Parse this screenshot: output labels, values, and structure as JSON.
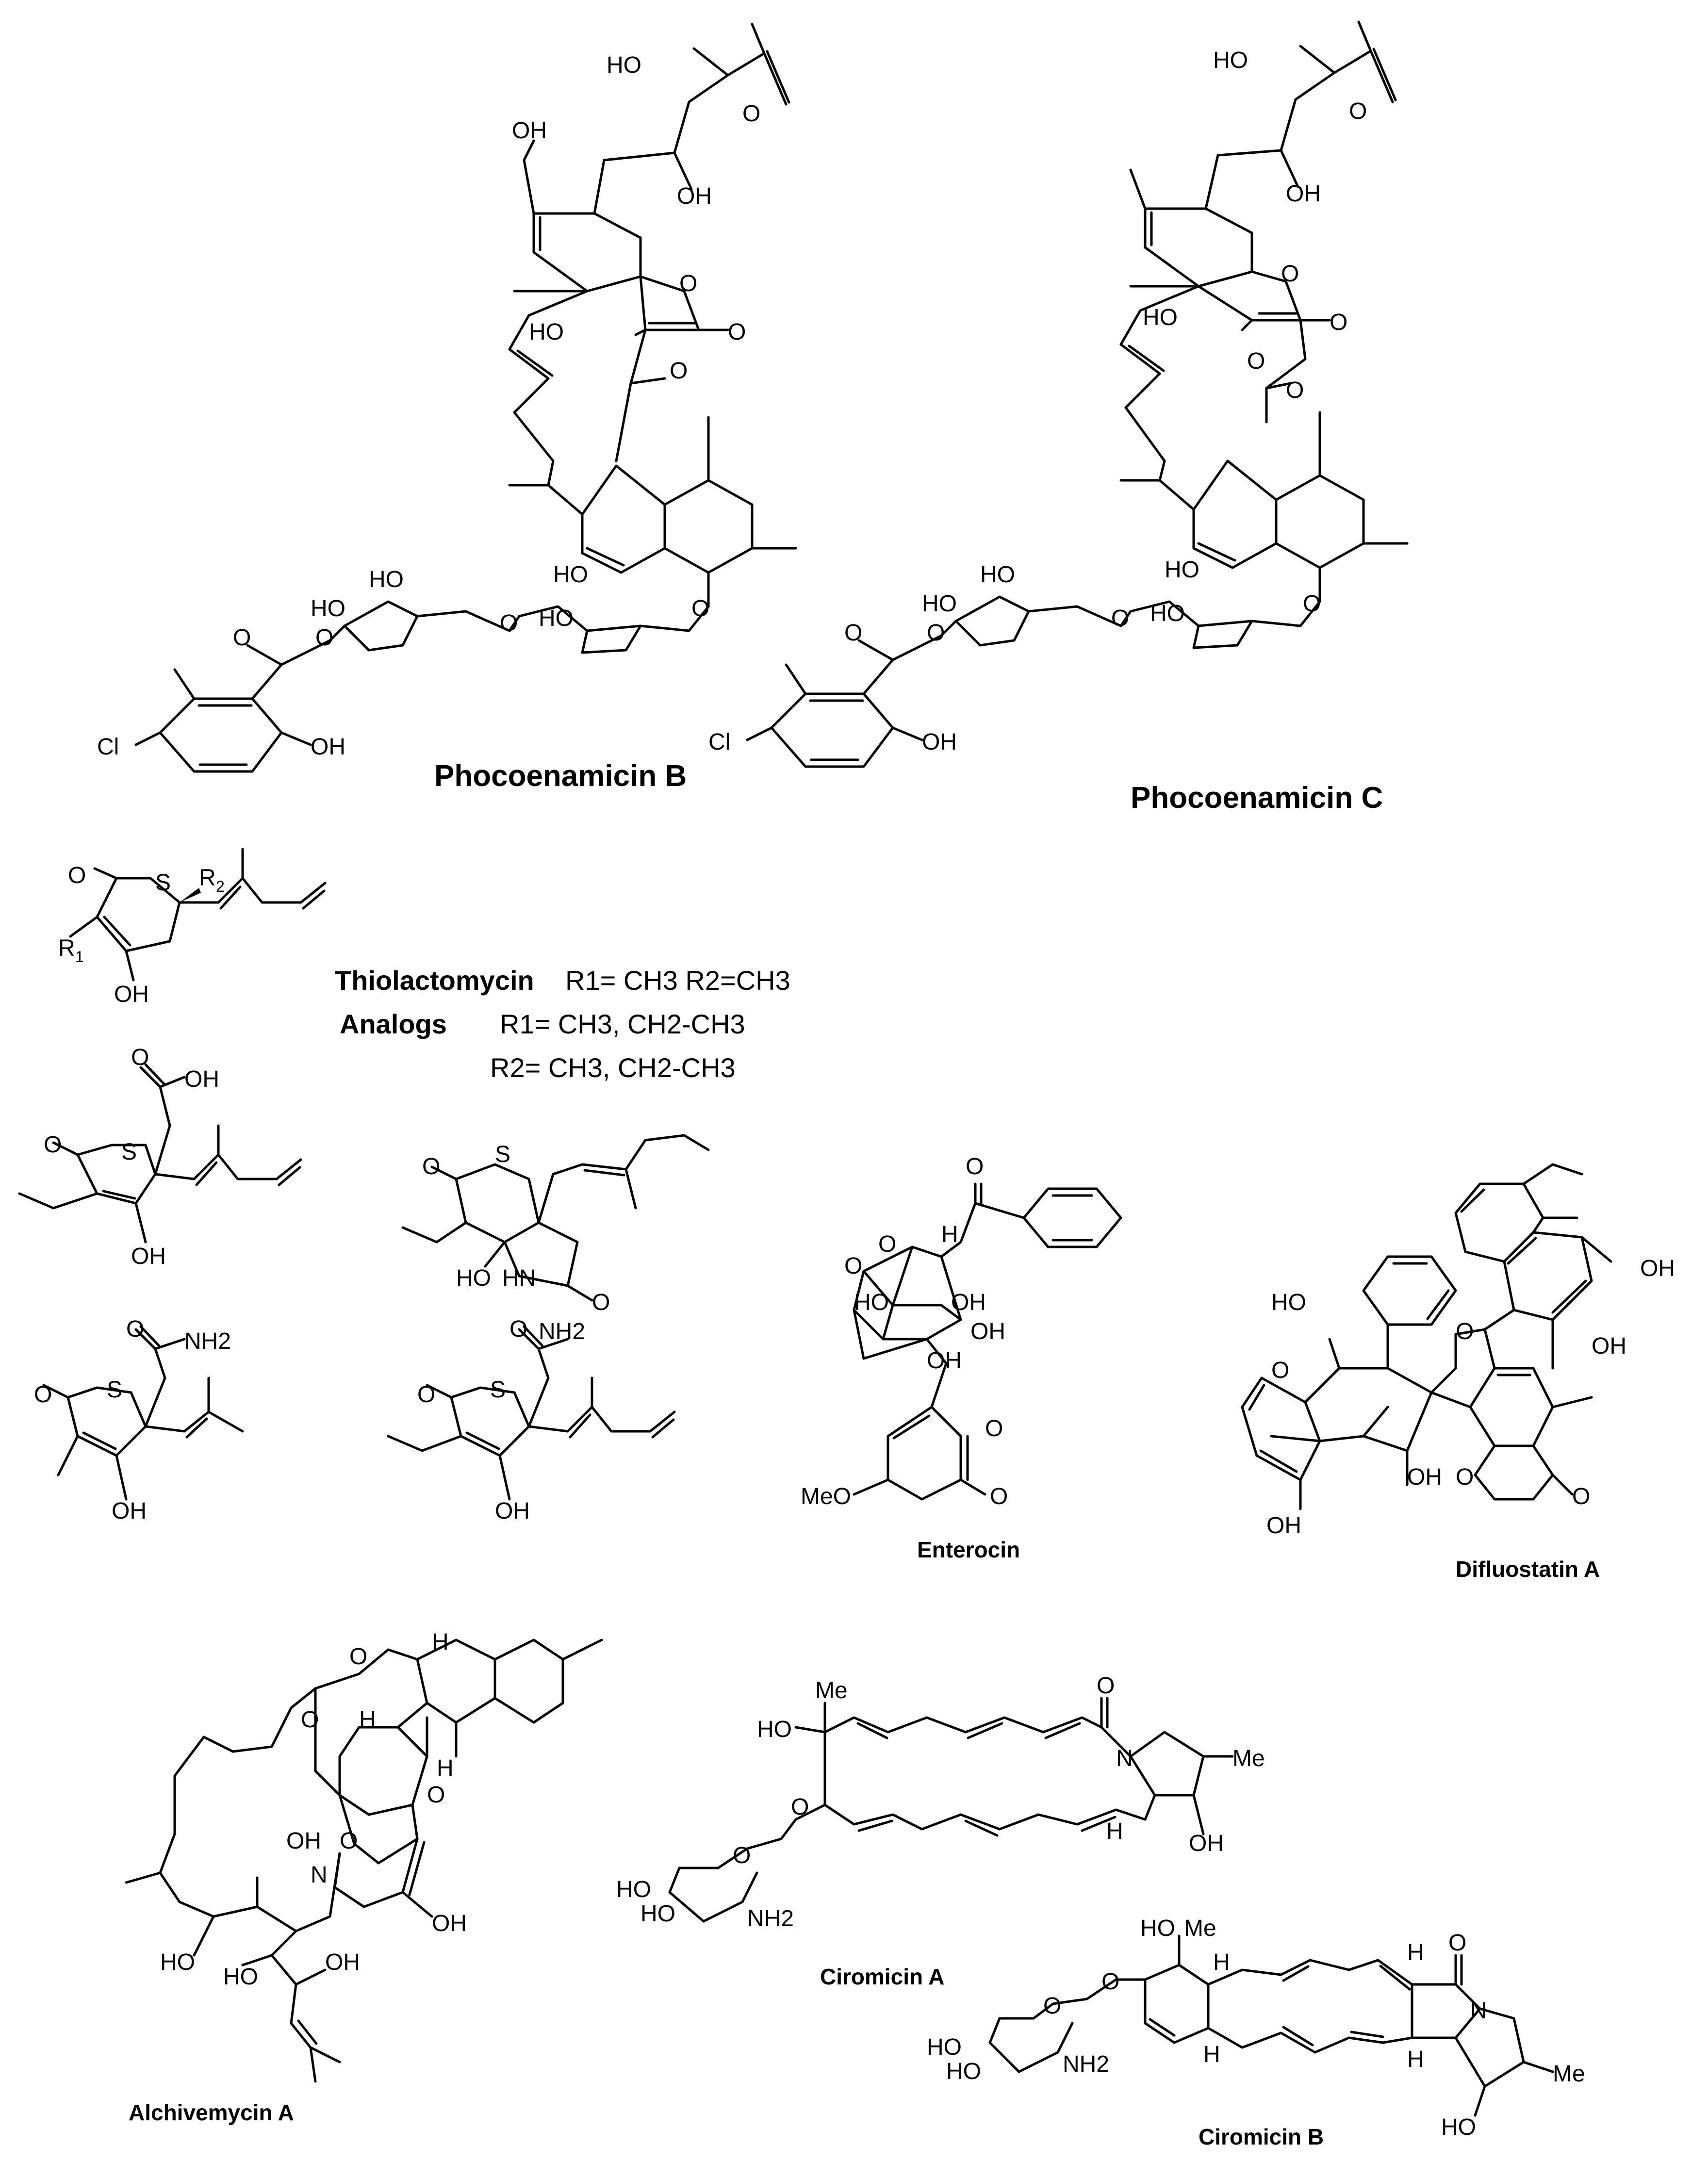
{
  "compounds": {
    "phocoenamicin_b": "Phocoenamicin B",
    "phocoenamicin_c": "Phocoenamicin C",
    "thiolactomycin_name": "Thiolactomycin",
    "thiolactomycin_def": "R1= CH3 R2=CH3",
    "analogs_label": "Analogs",
    "analogs_r1": "R1= CH3, CH2-CH3",
    "analogs_r2": "R2= CH3, CH2-CH3",
    "enterocin": "Enterocin",
    "difluostatin_a": "Difluostatin A",
    "alchivemycin_a": "Alchivemycin A",
    "ciromicin_a": "Ciromicin A",
    "ciromicin_b": "Ciromicin B"
  },
  "atoms": {
    "oh": "OH",
    "ho": "HO",
    "o": "O",
    "s": "S",
    "n": "N",
    "h": "H",
    "cl": "Cl",
    "r1": "R1",
    "r2": "R2",
    "nh2": "NH2",
    "hn": "HN",
    "me": "Me",
    "meo": "MeO",
    "r_var": "R",
    "sub1": "1",
    "sub2": "2"
  }
}
